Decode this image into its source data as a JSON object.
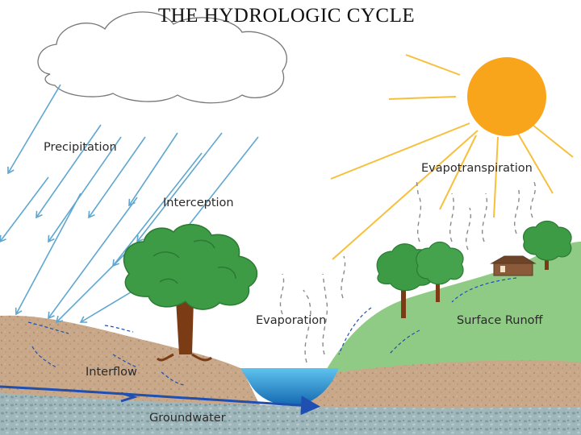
{
  "title": "THE HYDROLOGIC CYCLE",
  "labels": {
    "precipitation": "Precipitation",
    "interception": "Interception",
    "evaporation": "Evaporation",
    "evapotranspiration": "Evapotranspiration",
    "surface_runoff": "Surface Runoff",
    "interflow": "Interflow",
    "groundwater": "Groundwater"
  },
  "colors": {
    "sky": "#ffffff",
    "rain": "#5fa7d0",
    "sun": "#f9a51b",
    "sun_rays": "#f7c03c",
    "hill": "#8fcb84",
    "soil": "#c9a889",
    "water": "#1e88c8",
    "groundwater_arrow": "#1f4fb0",
    "tree_leaves": "#3d9b45",
    "trunk": "#7a3b15"
  },
  "icons": [
    "cloud-icon",
    "sun-icon",
    "rain-arrow-icon",
    "tree-icon",
    "house-icon",
    "groundwater-arrow-icon"
  ]
}
